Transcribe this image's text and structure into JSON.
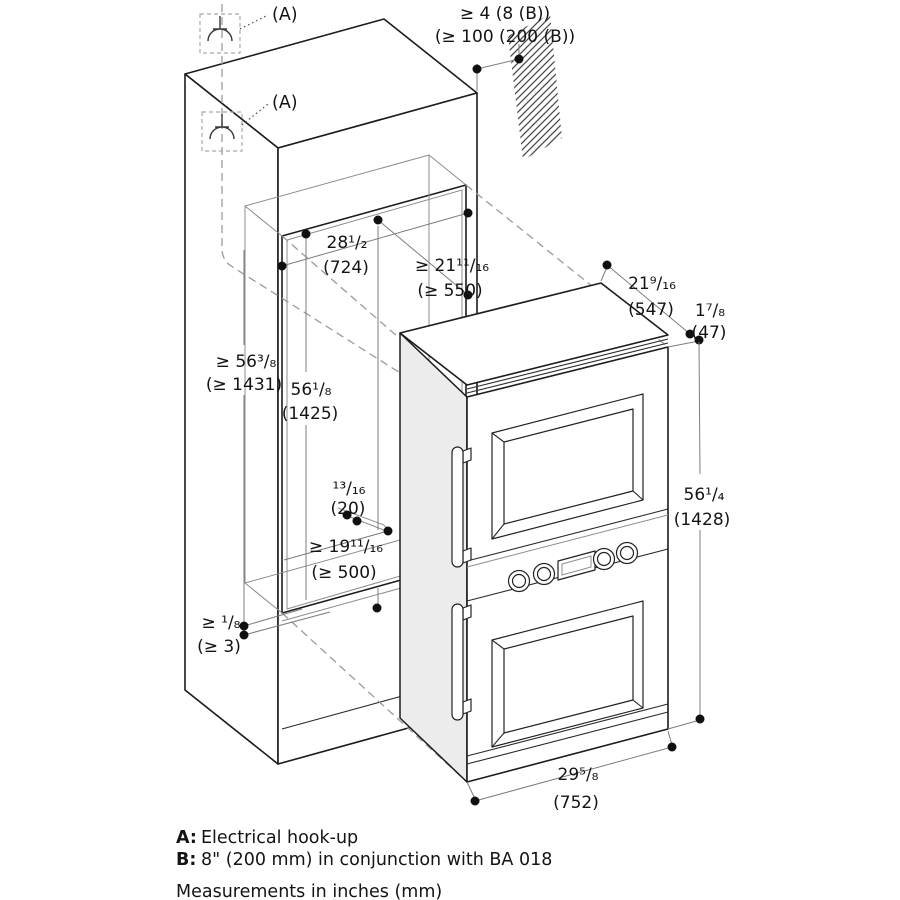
{
  "diagram": {
    "callout_a": "(A)",
    "wall_clearance": {
      "l1": "≥ 4 (8 (B))",
      "l2": "(≥ 100 (200 (B))"
    },
    "dims": {
      "niche_width": {
        "l1": "28¹/₂",
        "l2": "(724)"
      },
      "niche_depth": {
        "l1": "≥ 21¹¹/₁₆",
        "l2": "(≥ 550)"
      },
      "appliance_depth": {
        "l1": "21⁹/₁₆",
        "l2": "(547)"
      },
      "front_overhang": {
        "l1": "1⁷/₈",
        "l2": "(47)"
      },
      "surround_height": {
        "l1": "≥ 56³/₈",
        "l2": "(≥ 1431)"
      },
      "niche_height": {
        "l1": "56¹/₈",
        "l2": "(1425)"
      },
      "base_strip": {
        "l1": "¹³/₁₆",
        "l2": "(20)"
      },
      "base_depth": {
        "l1": "≥ 19¹¹/₁₆",
        "l2": "(≥ 500)"
      },
      "bottom_gap": {
        "l1": "≥ ¹/₈",
        "l2": "(≥ 3)"
      },
      "appliance_height": {
        "l1": "56¹/₄",
        "l2": "(1428)"
      },
      "appliance_width": {
        "l1": "29⁵/₈",
        "l2": "(752)"
      }
    },
    "legend": {
      "a_key": "A:",
      "a_text": "Electrical hook-up",
      "b_key": "B:",
      "b_text": "8\" (200 mm) in conjunction with BA 018"
    },
    "footer": "Measurements in inches (mm)"
  }
}
